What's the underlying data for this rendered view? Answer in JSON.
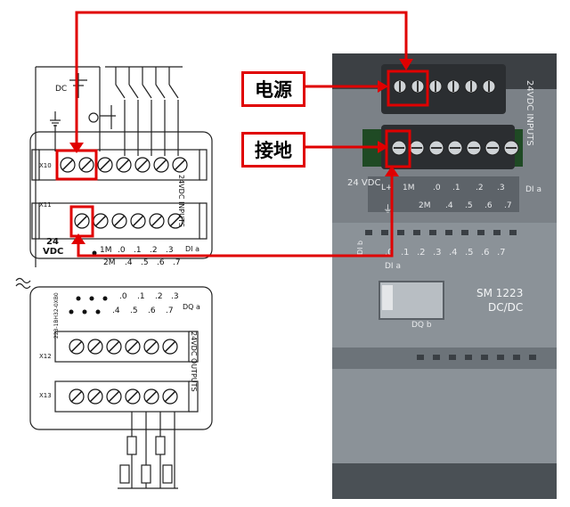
{
  "labels": {
    "power": "电源",
    "ground": "接地"
  },
  "module": {
    "name": "SM 1223",
    "supply": "DC/DC",
    "inputs_side": "24VDC INPUTS",
    "supply_voltage": "24 VDC",
    "ground_symbol": "⏚",
    "dia_label": "DI a",
    "dib_label": "DI b",
    "dqb_label": "DQ b",
    "row_top_left": "L+",
    "row_top_m": "1M",
    "row_top_channels": [
      ".0",
      ".1",
      ".2",
      ".3"
    ],
    "row_bottom_m": "2M",
    "row_bottom_channels": [
      ".4",
      ".5",
      ".6",
      ".7"
    ],
    "led_channels": [
      ".0",
      ".1",
      ".2",
      ".3",
      ".4",
      ".5",
      ".6",
      ".7"
    ]
  },
  "schematic": {
    "dc": "DC",
    "x10": "X10",
    "x11": "X11",
    "x12": "X12",
    "x13": "X13",
    "vdc_24": "24",
    "vdc": "VDC",
    "inputs_side": "24VDC INPUTS",
    "outputs_side": "24VDC OUTPUTS",
    "part_no": "223-1BH32-0XB0",
    "dia": "DI a",
    "dqa": "DQ a",
    "in_m": "1M",
    "in_ch_top": [
      ".0",
      ".1",
      ".2",
      ".3"
    ],
    "in_m2": "2M",
    "in_ch_bottom": [
      ".4",
      ".5",
      ".6",
      ".7"
    ],
    "out_ch_top": [
      ".0",
      ".1",
      ".2",
      ".3"
    ],
    "out_ch_bottom": [
      ".4",
      ".5",
      ".6",
      ".7"
    ]
  }
}
